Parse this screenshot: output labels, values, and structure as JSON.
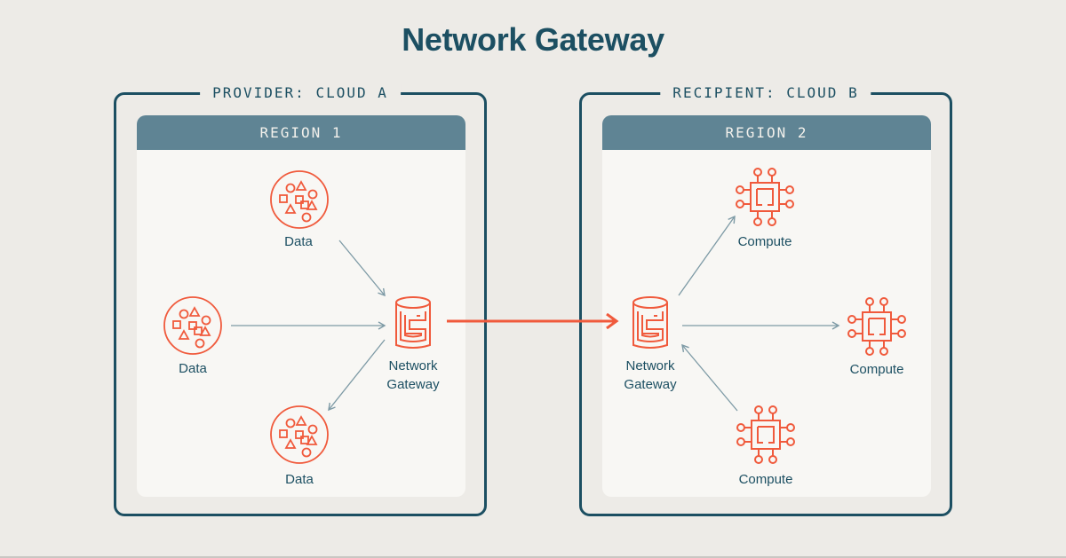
{
  "title": "Network Gateway",
  "colors": {
    "primary": "#1c4f62",
    "accent": "#f05a3c",
    "region_header": "#5f8494",
    "arrow": "#7d9aa5",
    "background": "#edebe7",
    "panel": "#f8f7f4"
  },
  "clouds": [
    {
      "label": "PROVIDER: CLOUD A",
      "region": "REGION 1",
      "nodes": [
        {
          "type": "data-icon",
          "label": "Data"
        },
        {
          "type": "data-icon",
          "label": "Data"
        },
        {
          "type": "data-icon",
          "label": "Data"
        },
        {
          "type": "gateway-icon",
          "label_line1": "Network",
          "label_line2": "Gateway"
        }
      ]
    },
    {
      "label": "RECIPIENT: CLOUD B",
      "region": "REGION 2",
      "nodes": [
        {
          "type": "gateway-icon",
          "label_line1": "Network",
          "label_line2": "Gateway"
        },
        {
          "type": "compute-icon",
          "label": "Compute"
        },
        {
          "type": "compute-icon",
          "label": "Compute"
        },
        {
          "type": "compute-icon",
          "label": "Compute"
        }
      ]
    }
  ],
  "connections": [
    {
      "from": "Data (top)",
      "to": "Network Gateway (Cloud A)"
    },
    {
      "from": "Data (left)",
      "to": "Network Gateway (Cloud A)"
    },
    {
      "from": "Network Gateway (Cloud A)",
      "to": "Data (bottom)"
    },
    {
      "from": "Network Gateway (Cloud A)",
      "to": "Network Gateway (Cloud B)",
      "highlight": true
    },
    {
      "from": "Network Gateway (Cloud B)",
      "to": "Compute (top)"
    },
    {
      "from": "Network Gateway (Cloud B)",
      "to": "Compute (right)"
    },
    {
      "from": "Compute (bottom)",
      "to": "Network Gateway (Cloud B)"
    }
  ]
}
